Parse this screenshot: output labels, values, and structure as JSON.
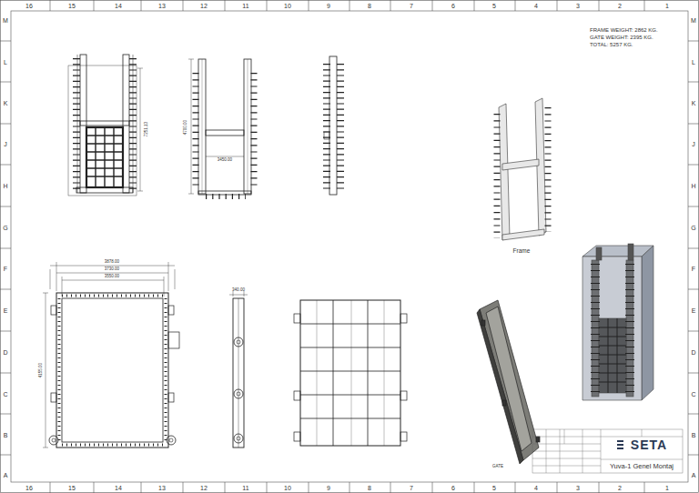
{
  "diagram": {
    "labels": [
      "16",
      "15",
      "14",
      "13",
      "12",
      "11",
      "10",
      "9",
      "8",
      "7",
      "6",
      "5",
      "4",
      "3",
      "2",
      "1",
      "M",
      "L",
      "K",
      "J",
      "H",
      "G",
      "F",
      "E",
      "D",
      "C",
      "B",
      "A",
      "16",
      "15",
      "14",
      "13",
      "12",
      "11",
      "10",
      "9",
      "8",
      "7",
      "6",
      "5",
      "4",
      "3",
      "2",
      "1",
      "M",
      "L",
      "K",
      "J",
      "H",
      "G",
      "F",
      "E",
      "D",
      "C",
      "B",
      "A",
      "FRAME WEIGHT: 2862 KG.",
      "GATE WEIGHT: 2395 KG.",
      "TOTAL: 5257 KG.",
      "7251.13",
      "4700.00",
      "3450.00",
      "Frame",
      "3878.00",
      "3730.00",
      "3550.00",
      "4155.00",
      "340.00",
      "GATE",
      "SETA",
      "Yuva-1 Genel Montaj"
    ]
  }
}
